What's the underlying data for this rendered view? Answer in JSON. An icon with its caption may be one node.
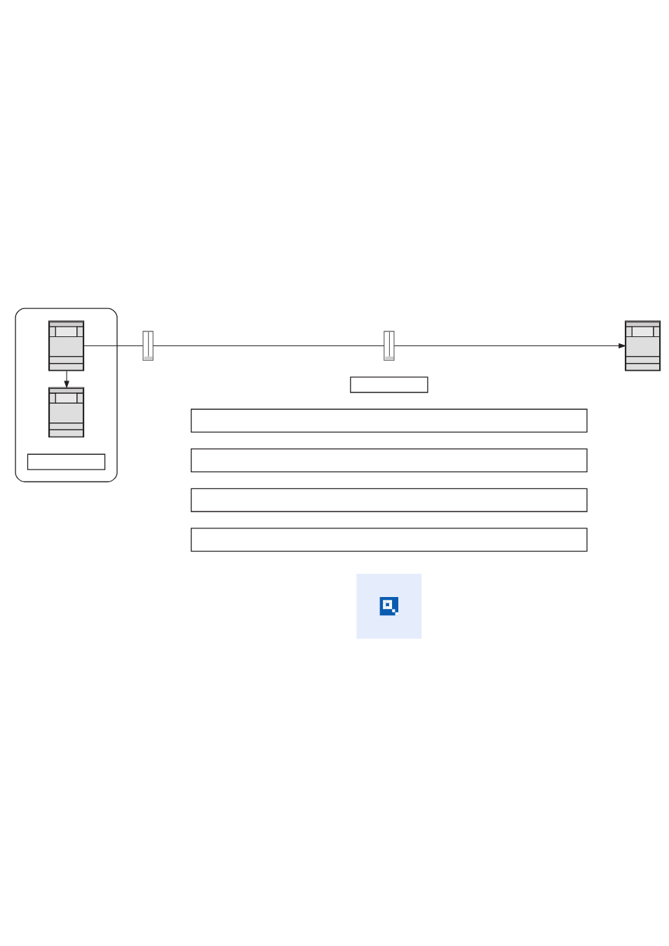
{
  "diagram": {
    "nodes": [
      {
        "text": [],
        "shape": "box"
      },
      {
        "text": [],
        "shape": "picture",
        "in": 0
      },
      {
        "text": [],
        "shape": "picture",
        "in": 0
      },
      {
        "text": [],
        "shape": "box",
        "in": 0
      },
      {
        "text": [],
        "shape": "picture"
      },
      {
        "text": [],
        "shape": "picture"
      },
      {
        "text": [],
        "shape": "box"
      },
      {
        "text": [],
        "shape": "picture"
      },
      {
        "text": [],
        "shape": "box"
      },
      {
        "text": [],
        "shape": "box"
      },
      {
        "text": [],
        "shape": "box"
      },
      {
        "text": [],
        "shape": "box"
      },
      {
        "text": [],
        "shape": "box"
      },
      {
        "text": [],
        "shape": "picture",
        "in": 12
      }
    ],
    "edges": [
      {
        "from": 1,
        "to": 4,
        "arrow": "none"
      },
      {
        "from": 4,
        "to": 5,
        "arrow": "none"
      },
      {
        "from": 5,
        "to": 7,
        "arrow": "to"
      },
      {
        "from": 1,
        "to": 2,
        "arrow": "to"
      }
    ]
  }
}
